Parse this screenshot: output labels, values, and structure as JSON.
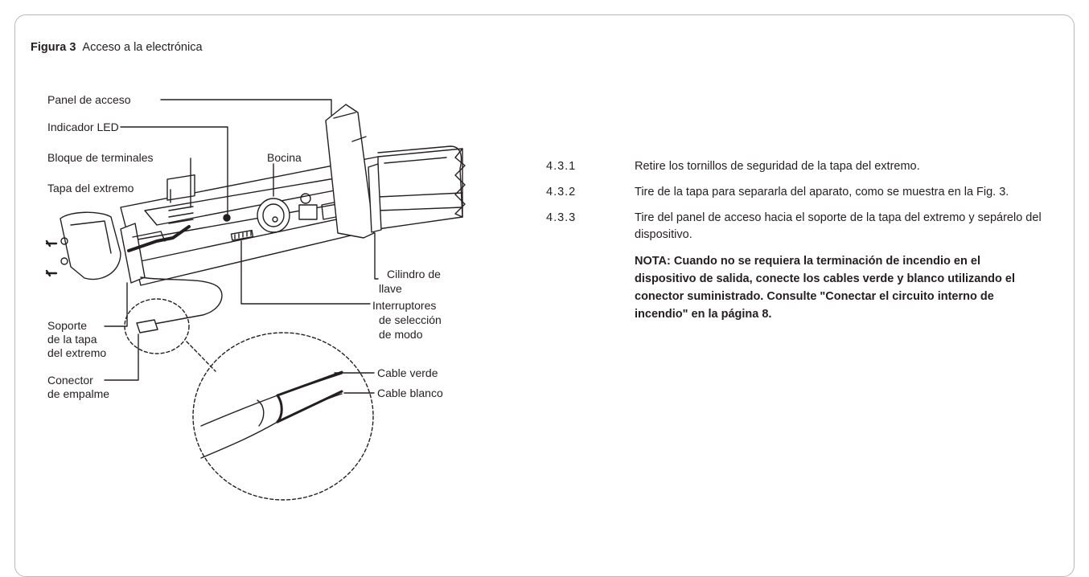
{
  "figure": {
    "label": "Figura 3",
    "title": "Acceso a la electrónica"
  },
  "callouts": {
    "panel_acceso": "Panel de acceso",
    "indicador_led": "Indicador LED",
    "bloque_terminales": "Bloque de terminales",
    "bocina": "Bocina",
    "tapa_extremo": "Tapa del extremo",
    "cilindro_1": "Cilindro de",
    "cilindro_2": "llave",
    "interruptores_1": "Interruptores",
    "interruptores_2": "de selección",
    "interruptores_3": "de modo",
    "soporte_1": "Soporte",
    "soporte_2": "de la tapa",
    "soporte_3": "del extremo",
    "conector_1": "Conector",
    "conector_2": "de empalme",
    "cable_verde": "Cable verde",
    "cable_blanco": "Cable blanco"
  },
  "steps": [
    {
      "number": "4.3.1",
      "text": "Retire los tornillos de seguridad de la tapa del extremo."
    },
    {
      "number": "4.3.2",
      "text": "Tire de la tapa para separarla del aparato, como se muestra en la Fig. 3."
    },
    {
      "number": "4.3.3",
      "text": "Tire del panel de acceso hacia el soporte de la tapa del extremo y sepárelo del dispositivo."
    }
  ],
  "note": "NOTA: Cuando no se requiera la terminación de incendio en el dispositivo de salida, conecte los cables verde y blanco utilizando el conector suministrado. Consulte \"Conectar el circuito interno de incendio\" en la página 8."
}
